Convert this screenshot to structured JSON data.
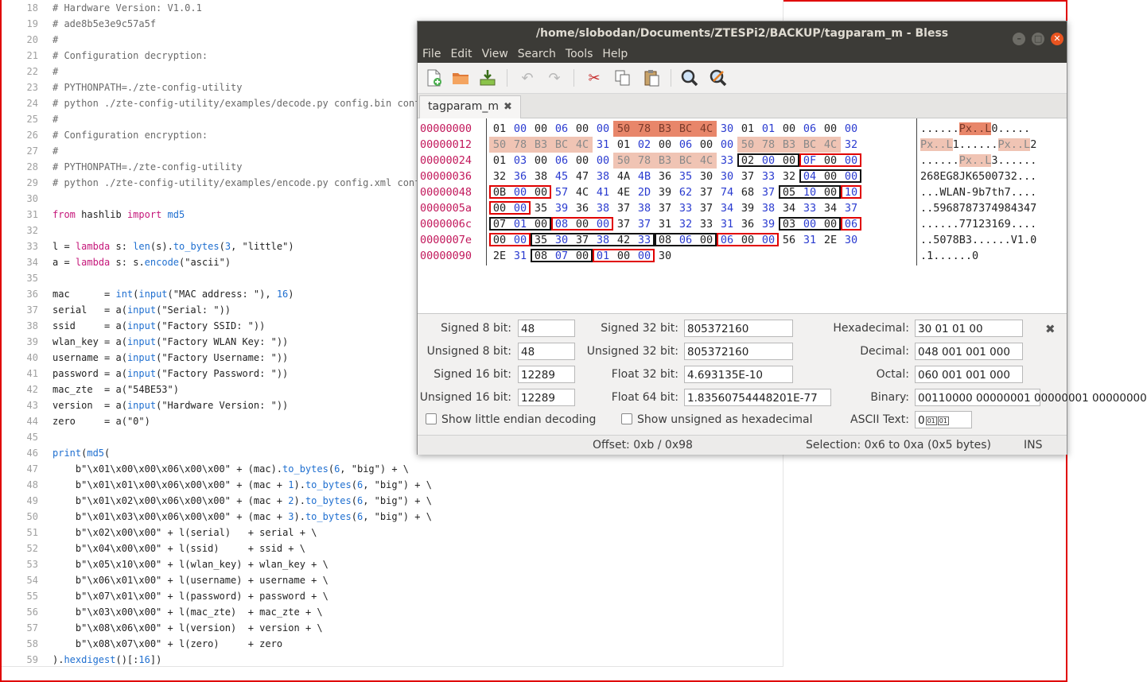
{
  "editor": {
    "lines": [
      {
        "n": "18",
        "t": "# Hardware Version: V1.0.1",
        "k": "com"
      },
      {
        "n": "19",
        "t": "# ade8b5e3e9c57a5f",
        "k": "com"
      },
      {
        "n": "20",
        "t": "#",
        "k": "com"
      },
      {
        "n": "21",
        "t": "# Configuration decryption:",
        "k": "com"
      },
      {
        "n": "22",
        "t": "#",
        "k": "com"
      },
      {
        "n": "23",
        "t": "# PYTHONPATH=./zte-config-utility",
        "k": "com"
      },
      {
        "n": "24",
        "t": "# python ./zte-config-utility/examples/decode.py config.bin config.xml",
        "k": "com"
      },
      {
        "n": "25",
        "t": "#",
        "k": "com"
      },
      {
        "n": "26",
        "t": "# Configuration encryption:",
        "k": "com"
      },
      {
        "n": "27",
        "t": "#",
        "k": "com"
      },
      {
        "n": "28",
        "t": "# PYTHONPATH=./zte-config-utility",
        "k": "com"
      },
      {
        "n": "29",
        "t": "# python ./zte-config-utility/examples/encode.py config.xml config.bin",
        "k": "com"
      },
      {
        "n": "30",
        "t": "",
        "k": "code"
      },
      {
        "n": "31",
        "t": "from hashlib import md5",
        "k": "code"
      },
      {
        "n": "32",
        "t": "",
        "k": "code"
      },
      {
        "n": "33",
        "t": "l = lambda s: len(s).to_bytes(3, \"little\")",
        "k": "code"
      },
      {
        "n": "34",
        "t": "a = lambda s: s.encode(\"ascii\")",
        "k": "code"
      },
      {
        "n": "35",
        "t": "",
        "k": "code"
      },
      {
        "n": "36",
        "t": "mac      = int(input(\"MAC address: \"), 16)",
        "k": "code"
      },
      {
        "n": "37",
        "t": "serial   = a(input(\"Serial: \"))",
        "k": "code"
      },
      {
        "n": "38",
        "t": "ssid     = a(input(\"Factory SSID: \"))",
        "k": "code"
      },
      {
        "n": "39",
        "t": "wlan_key = a(input(\"Factory WLAN Key: \"))",
        "k": "code"
      },
      {
        "n": "40",
        "t": "username = a(input(\"Factory Username: \"))",
        "k": "code"
      },
      {
        "n": "41",
        "t": "password = a(input(\"Factory Password: \"))",
        "k": "code"
      },
      {
        "n": "42",
        "t": "mac_zte  = a(\"54BE53\")",
        "k": "code"
      },
      {
        "n": "43",
        "t": "version  = a(input(\"Hardware Version: \"))",
        "k": "code"
      },
      {
        "n": "44",
        "t": "zero     = a(\"0\")",
        "k": "code"
      },
      {
        "n": "45",
        "t": "",
        "k": "code"
      },
      {
        "n": "46",
        "t": "print(md5(",
        "k": "code"
      },
      {
        "n": "47",
        "t": "    b\"\\x01\\x00\\x00\\x06\\x00\\x00\" + (mac).to_bytes(6, \"big\") + \\",
        "k": "code"
      },
      {
        "n": "48",
        "t": "    b\"\\x01\\x01\\x00\\x06\\x00\\x00\" + (mac + 1).to_bytes(6, \"big\") + \\",
        "k": "code"
      },
      {
        "n": "49",
        "t": "    b\"\\x01\\x02\\x00\\x06\\x00\\x00\" + (mac + 2).to_bytes(6, \"big\") + \\",
        "k": "code"
      },
      {
        "n": "50",
        "t": "    b\"\\x01\\x03\\x00\\x06\\x00\\x00\" + (mac + 3).to_bytes(6, \"big\") + \\",
        "k": "code"
      },
      {
        "n": "51",
        "t": "    b\"\\x02\\x00\\x00\" + l(serial)   + serial + \\",
        "k": "code"
      },
      {
        "n": "52",
        "t": "    b\"\\x04\\x00\\x00\" + l(ssid)     + ssid + \\",
        "k": "code"
      },
      {
        "n": "53",
        "t": "    b\"\\x05\\x10\\x00\" + l(wlan_key) + wlan_key + \\",
        "k": "code"
      },
      {
        "n": "54",
        "t": "    b\"\\x06\\x01\\x00\" + l(username) + username + \\",
        "k": "code"
      },
      {
        "n": "55",
        "t": "    b\"\\x07\\x01\\x00\" + l(password) + password + \\",
        "k": "code"
      },
      {
        "n": "56",
        "t": "    b\"\\x03\\x00\\x00\" + l(mac_zte)  + mac_zte + \\",
        "k": "code"
      },
      {
        "n": "57",
        "t": "    b\"\\x08\\x06\\x00\" + l(version)  + version + \\",
        "k": "code"
      },
      {
        "n": "58",
        "t": "    b\"\\x08\\x07\\x00\" + l(zero)     + zero",
        "k": "code"
      },
      {
        "n": "59",
        "t": ").hexdigest()[:16])",
        "k": "code"
      }
    ]
  },
  "bless": {
    "title": "/home/slobodan/Documents/ZTESPi2/BACKUP/tagparam_m - Bless",
    "window_buttons": [
      "–",
      "□",
      "✕"
    ],
    "menu": [
      "File",
      "Edit",
      "View",
      "Search",
      "Tools",
      "Help"
    ],
    "tab_label": "tagparam_m",
    "tab_close": "✖",
    "hex_rows": [
      {
        "offset": "00000000",
        "bytes": [
          "01",
          "00",
          "00",
          "06",
          "00",
          "00",
          "50",
          "78",
          "B3",
          "BC",
          "4C",
          "30",
          "01",
          "01",
          "00",
          "06",
          "00",
          "00"
        ],
        "ascii": [
          "......",
          "Px..L",
          "0....."
        ]
      },
      {
        "offset": "00000012",
        "bytes": [
          "50",
          "78",
          "B3",
          "BC",
          "4C",
          "31",
          "01",
          "02",
          "00",
          "06",
          "00",
          "00",
          "50",
          "78",
          "B3",
          "BC",
          "4C",
          "32"
        ],
        "ascii": [
          "Px..L",
          "1......",
          "Px..L",
          "2"
        ]
      },
      {
        "offset": "00000024",
        "bytes": [
          "01",
          "03",
          "00",
          "06",
          "00",
          "00",
          "50",
          "78",
          "B3",
          "BC",
          "4C",
          "33",
          "02",
          "00",
          "00",
          "0F",
          "00",
          "00"
        ],
        "ascii": [
          "......",
          "Px..L",
          "3......"
        ]
      },
      {
        "offset": "00000036",
        "bytes": [
          "32",
          "36",
          "38",
          "45",
          "47",
          "38",
          "4A",
          "4B",
          "36",
          "35",
          "30",
          "30",
          "37",
          "33",
          "32",
          "04",
          "00",
          "00"
        ],
        "ascii": [
          "268EG8JK6500732..."
        ]
      },
      {
        "offset": "00000048",
        "bytes": [
          "0B",
          "00",
          "00",
          "57",
          "4C",
          "41",
          "4E",
          "2D",
          "39",
          "62",
          "37",
          "74",
          "68",
          "37",
          "05",
          "10",
          "00",
          "10"
        ],
        "ascii": [
          "...WLAN-9b7th7...."
        ]
      },
      {
        "offset": "0000005a",
        "bytes": [
          "00",
          "00",
          "35",
          "39",
          "36",
          "38",
          "37",
          "38",
          "37",
          "33",
          "37",
          "34",
          "39",
          "38",
          "34",
          "33",
          "34",
          "37"
        ],
        "ascii": [
          "..5968787374984347"
        ]
      },
      {
        "offset": "0000006c",
        "bytes": [
          "07",
          "01",
          "00",
          "08",
          "00",
          "00",
          "37",
          "37",
          "31",
          "32",
          "33",
          "31",
          "36",
          "39",
          "03",
          "00",
          "00",
          "06"
        ],
        "ascii": [
          "......77123169...."
        ]
      },
      {
        "offset": "0000007e",
        "bytes": [
          "00",
          "00",
          "35",
          "30",
          "37",
          "38",
          "42",
          "33",
          "08",
          "06",
          "00",
          "06",
          "00",
          "00",
          "56",
          "31",
          "2E",
          "30"
        ],
        "ascii": [
          "..5078B3......V1.0"
        ]
      },
      {
        "offset": "00000090",
        "bytes": [
          "2E",
          "31",
          "08",
          "07",
          "00",
          "01",
          "00",
          "00",
          "30"
        ],
        "ascii": [
          ".1......0"
        ]
      }
    ],
    "data": {
      "signed8_label": "Signed 8 bit:",
      "signed8": "48",
      "unsigned8_label": "Unsigned 8 bit:",
      "unsigned8": "48",
      "signed16_label": "Signed 16 bit:",
      "signed16": "12289",
      "unsigned16_label": "Unsigned 16 bit:",
      "unsigned16": "12289",
      "signed32_label": "Signed 32 bit:",
      "signed32": "805372160",
      "unsigned32_label": "Unsigned 32 bit:",
      "unsigned32": "805372160",
      "float32_label": "Float 32 bit:",
      "float32": "4.693135E-10",
      "float64_label": "Float 64 bit:",
      "float64": "1.83560754448201E-77",
      "hex_label": "Hexadecimal:",
      "hex": "30 01 01 00",
      "dec_label": "Decimal:",
      "dec": "048 001 001 000",
      "oct_label": "Octal:",
      "oct": "060 001 001 000",
      "bin_label": "Binary:",
      "bin": "00110000 00000001 00000001 00000000",
      "ascii_label": "ASCII Text:",
      "ascii": "0",
      "little_endian_label": "Show little endian decoding",
      "unsigned_hex_label": "Show unsigned as hexadecimal",
      "close": "✖"
    },
    "status": {
      "offset": "Offset: 0xb / 0x98",
      "selection": "Selection: 0x6 to 0xa (0x5 bytes)",
      "mode": "INS"
    },
    "colors": {
      "selection_dark": "#e8866a",
      "selection_light": "#f0c4b4",
      "box_red": "#e00000",
      "box_black": "#111111",
      "offset_color": "#c2185b"
    }
  }
}
